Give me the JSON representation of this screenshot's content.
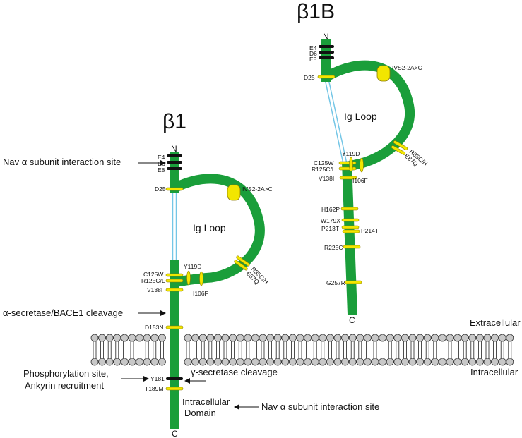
{
  "colors": {
    "protein": "#1a9e3a",
    "mutation": "#f2e600",
    "mutation_stroke": "#8a7a00",
    "glycan": "#111111",
    "lipid_head": "#c8c8c8",
    "disulfide": "#74c6e6"
  },
  "b1": {
    "title": "β1",
    "n_label": "N",
    "c_label": "C",
    "glyc": [
      "E4",
      "D6",
      "E8"
    ],
    "loop_label": "Ig Loop",
    "mut_d25": "D25",
    "mut_ivs": "IVS2-2A>C",
    "mut_c125w": "C125W",
    "mut_r125": "R125C/L",
    "mut_y119d": "Y119D",
    "mut_v138i": "V138I",
    "mut_i106f": "I106F",
    "mut_r85": "R85C/H",
    "mut_e87q": "E87Q",
    "mut_d153n": "D153N",
    "mut_y181": "Y181",
    "mut_t189m": "T189M",
    "intracellular_domain": [
      "Intracellular",
      "Domain"
    ]
  },
  "b1b": {
    "title": "β1B",
    "n_label": "N",
    "c_label": "C",
    "glyc": [
      "E4",
      "D6",
      "E8"
    ],
    "loop_label": "Ig Loop",
    "mut_d25": "D25",
    "mut_ivs": "IVS2-2A>C",
    "mut_c125w": "C125W",
    "mut_r125": "R125C/L",
    "mut_y119d": "Y119D",
    "mut_v138i": "V138I",
    "mut_i106f": "I106F",
    "mut_r85": "R85C/H",
    "mut_e87q": "E87Q",
    "mut_h162p": "H162P",
    "mut_w179x": "W179X",
    "mut_p213t": "P213T",
    "mut_p214t": "P214T",
    "mut_r225c": "R225C",
    "mut_g257r": "G257R"
  },
  "annotations": {
    "nav_site_top": "Nav α subunit interaction site",
    "secretase": "α-secretase/BACE1 cleavage",
    "gamma": "γ-secretase cleavage",
    "phospho": [
      "Phosphorylation site,",
      "Ankyrin recruitment"
    ],
    "nav_site_bottom": "Nav α subunit interaction site"
  },
  "membrane": {
    "extracellular": "Extracellular",
    "intracellular": "Intracellular"
  }
}
